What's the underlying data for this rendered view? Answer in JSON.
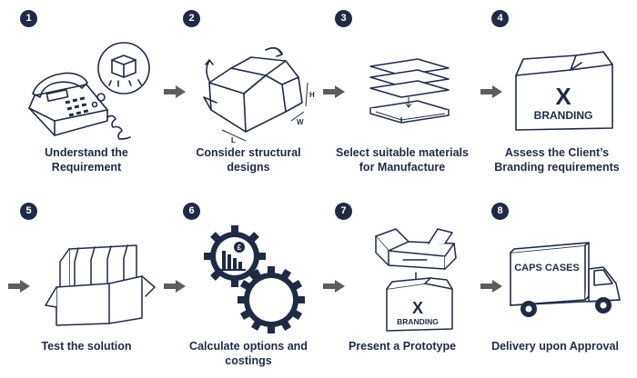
{
  "steps": [
    {
      "number": "1",
      "label": "Understand the Requirement",
      "illustration": "telephone-icon"
    },
    {
      "number": "2",
      "label": "Consider structural designs",
      "illustration": "box-dieline-icon"
    },
    {
      "number": "3",
      "label": "Select suitable materials for Manufacture",
      "illustration": "material-layers-icon"
    },
    {
      "number": "4",
      "label": "Assess the Client’s Branding requirements",
      "illustration": "branded-box-icon"
    },
    {
      "number": "5",
      "label": "Test the solution",
      "illustration": "divider-box-icon"
    },
    {
      "number": "6",
      "label": "Calculate options and costings",
      "illustration": "gears-icon"
    },
    {
      "number": "7",
      "label": "Present a Prototype",
      "illustration": "prototype-box-icon"
    },
    {
      "number": "8",
      "label": "Delivery upon Approval",
      "illustration": "delivery-truck-icon"
    }
  ],
  "branding": {
    "mark": "X",
    "word": "BRANDING"
  },
  "truck": {
    "text": "CAPS CASES"
  },
  "dimensions": {
    "length": "L",
    "width": "W",
    "height": "H"
  },
  "colors": {
    "ink": "#1f2a44",
    "arrow": "#5d5d5d",
    "background": "#ffffff"
  }
}
